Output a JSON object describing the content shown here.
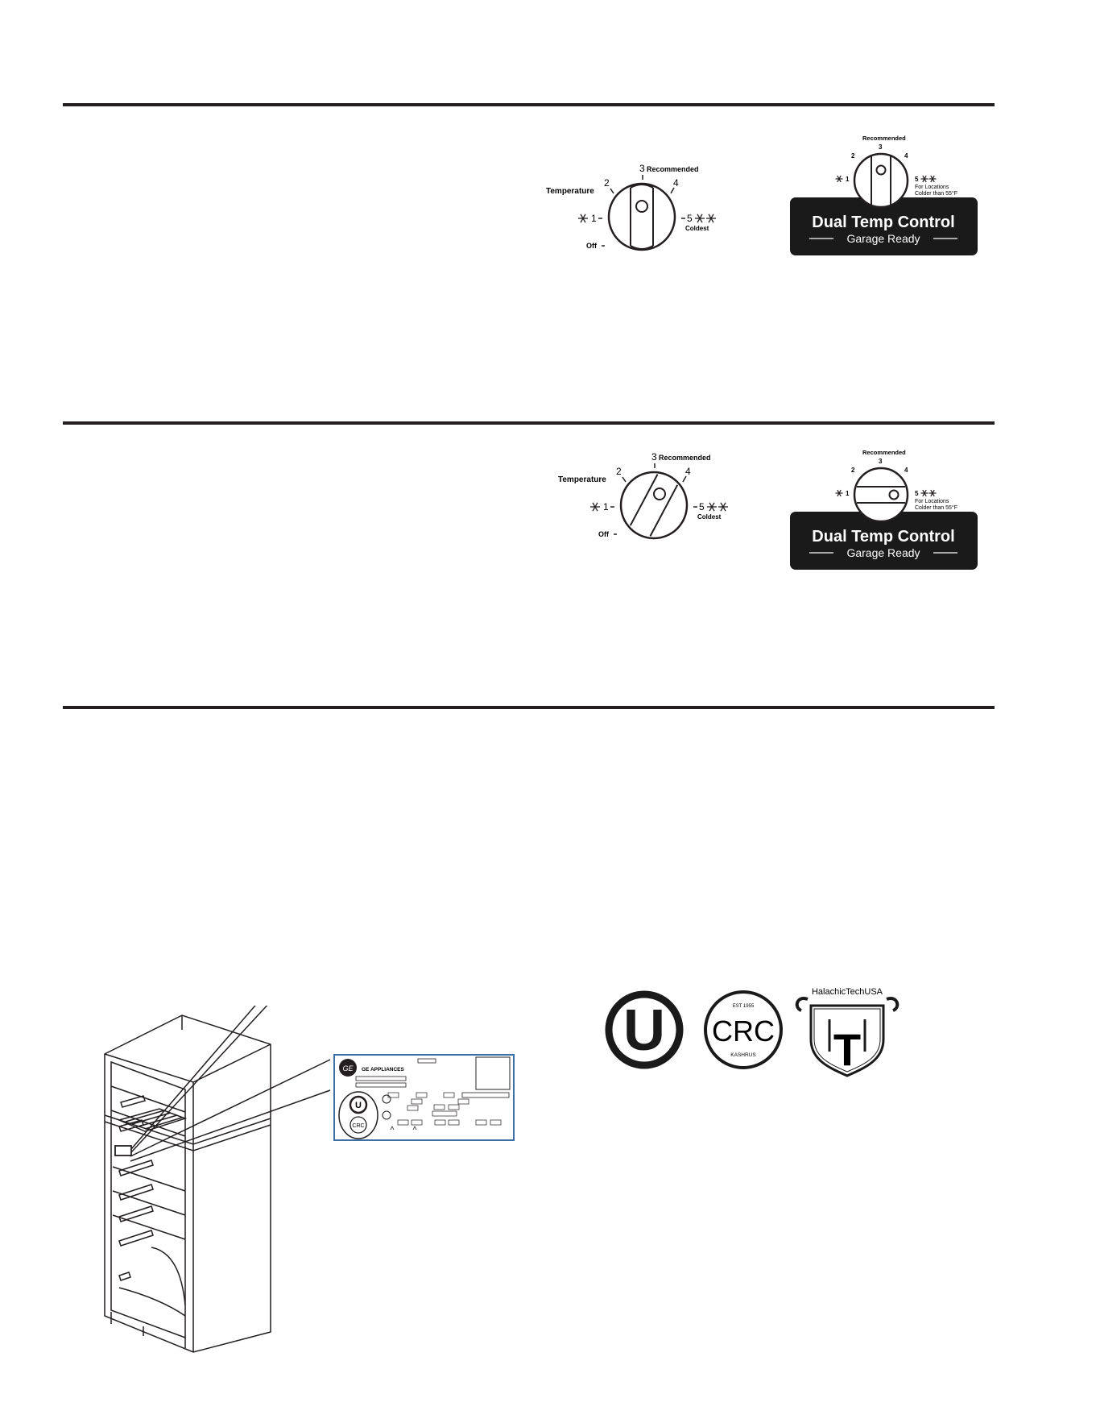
{
  "dial": {
    "temperature_label": "Temperature",
    "pos1": "1",
    "pos2": "2",
    "pos3": "3",
    "pos3_label": "Recommended",
    "pos4": "4",
    "pos5": "5",
    "pos5_label": "Coldest",
    "off_label": "Off"
  },
  "dual_control": {
    "recommended_label": "Recommended",
    "pos1": "1",
    "pos2": "2",
    "pos3": "3",
    "pos4": "4",
    "pos5": "5",
    "note_line1": "For Locations",
    "note_line2": "Colder than 55°F",
    "title": "Dual Temp Control",
    "subtitle": "Garage Ready"
  },
  "rating_label": {
    "brand": "GE APPLIANCES",
    "badge_u": "U",
    "badge_crc": "CRC"
  },
  "kosher_logos": {
    "ou_letter": "U",
    "crc_text": "CRC",
    "crc_est": "EST 1955",
    "crc_kashrus": "KASHRUS",
    "halachic_name": "HalachicTechUSA",
    "halachic_letter": "T"
  },
  "colors": {
    "ink": "#231f20",
    "label_border": "#3b6fa6",
    "badge_fill": "#1a1a1a"
  },
  "icons": [
    "snowflake-icon",
    "double-snowflake-icon",
    "ge-logo-icon",
    "ul-mark-icon"
  ]
}
